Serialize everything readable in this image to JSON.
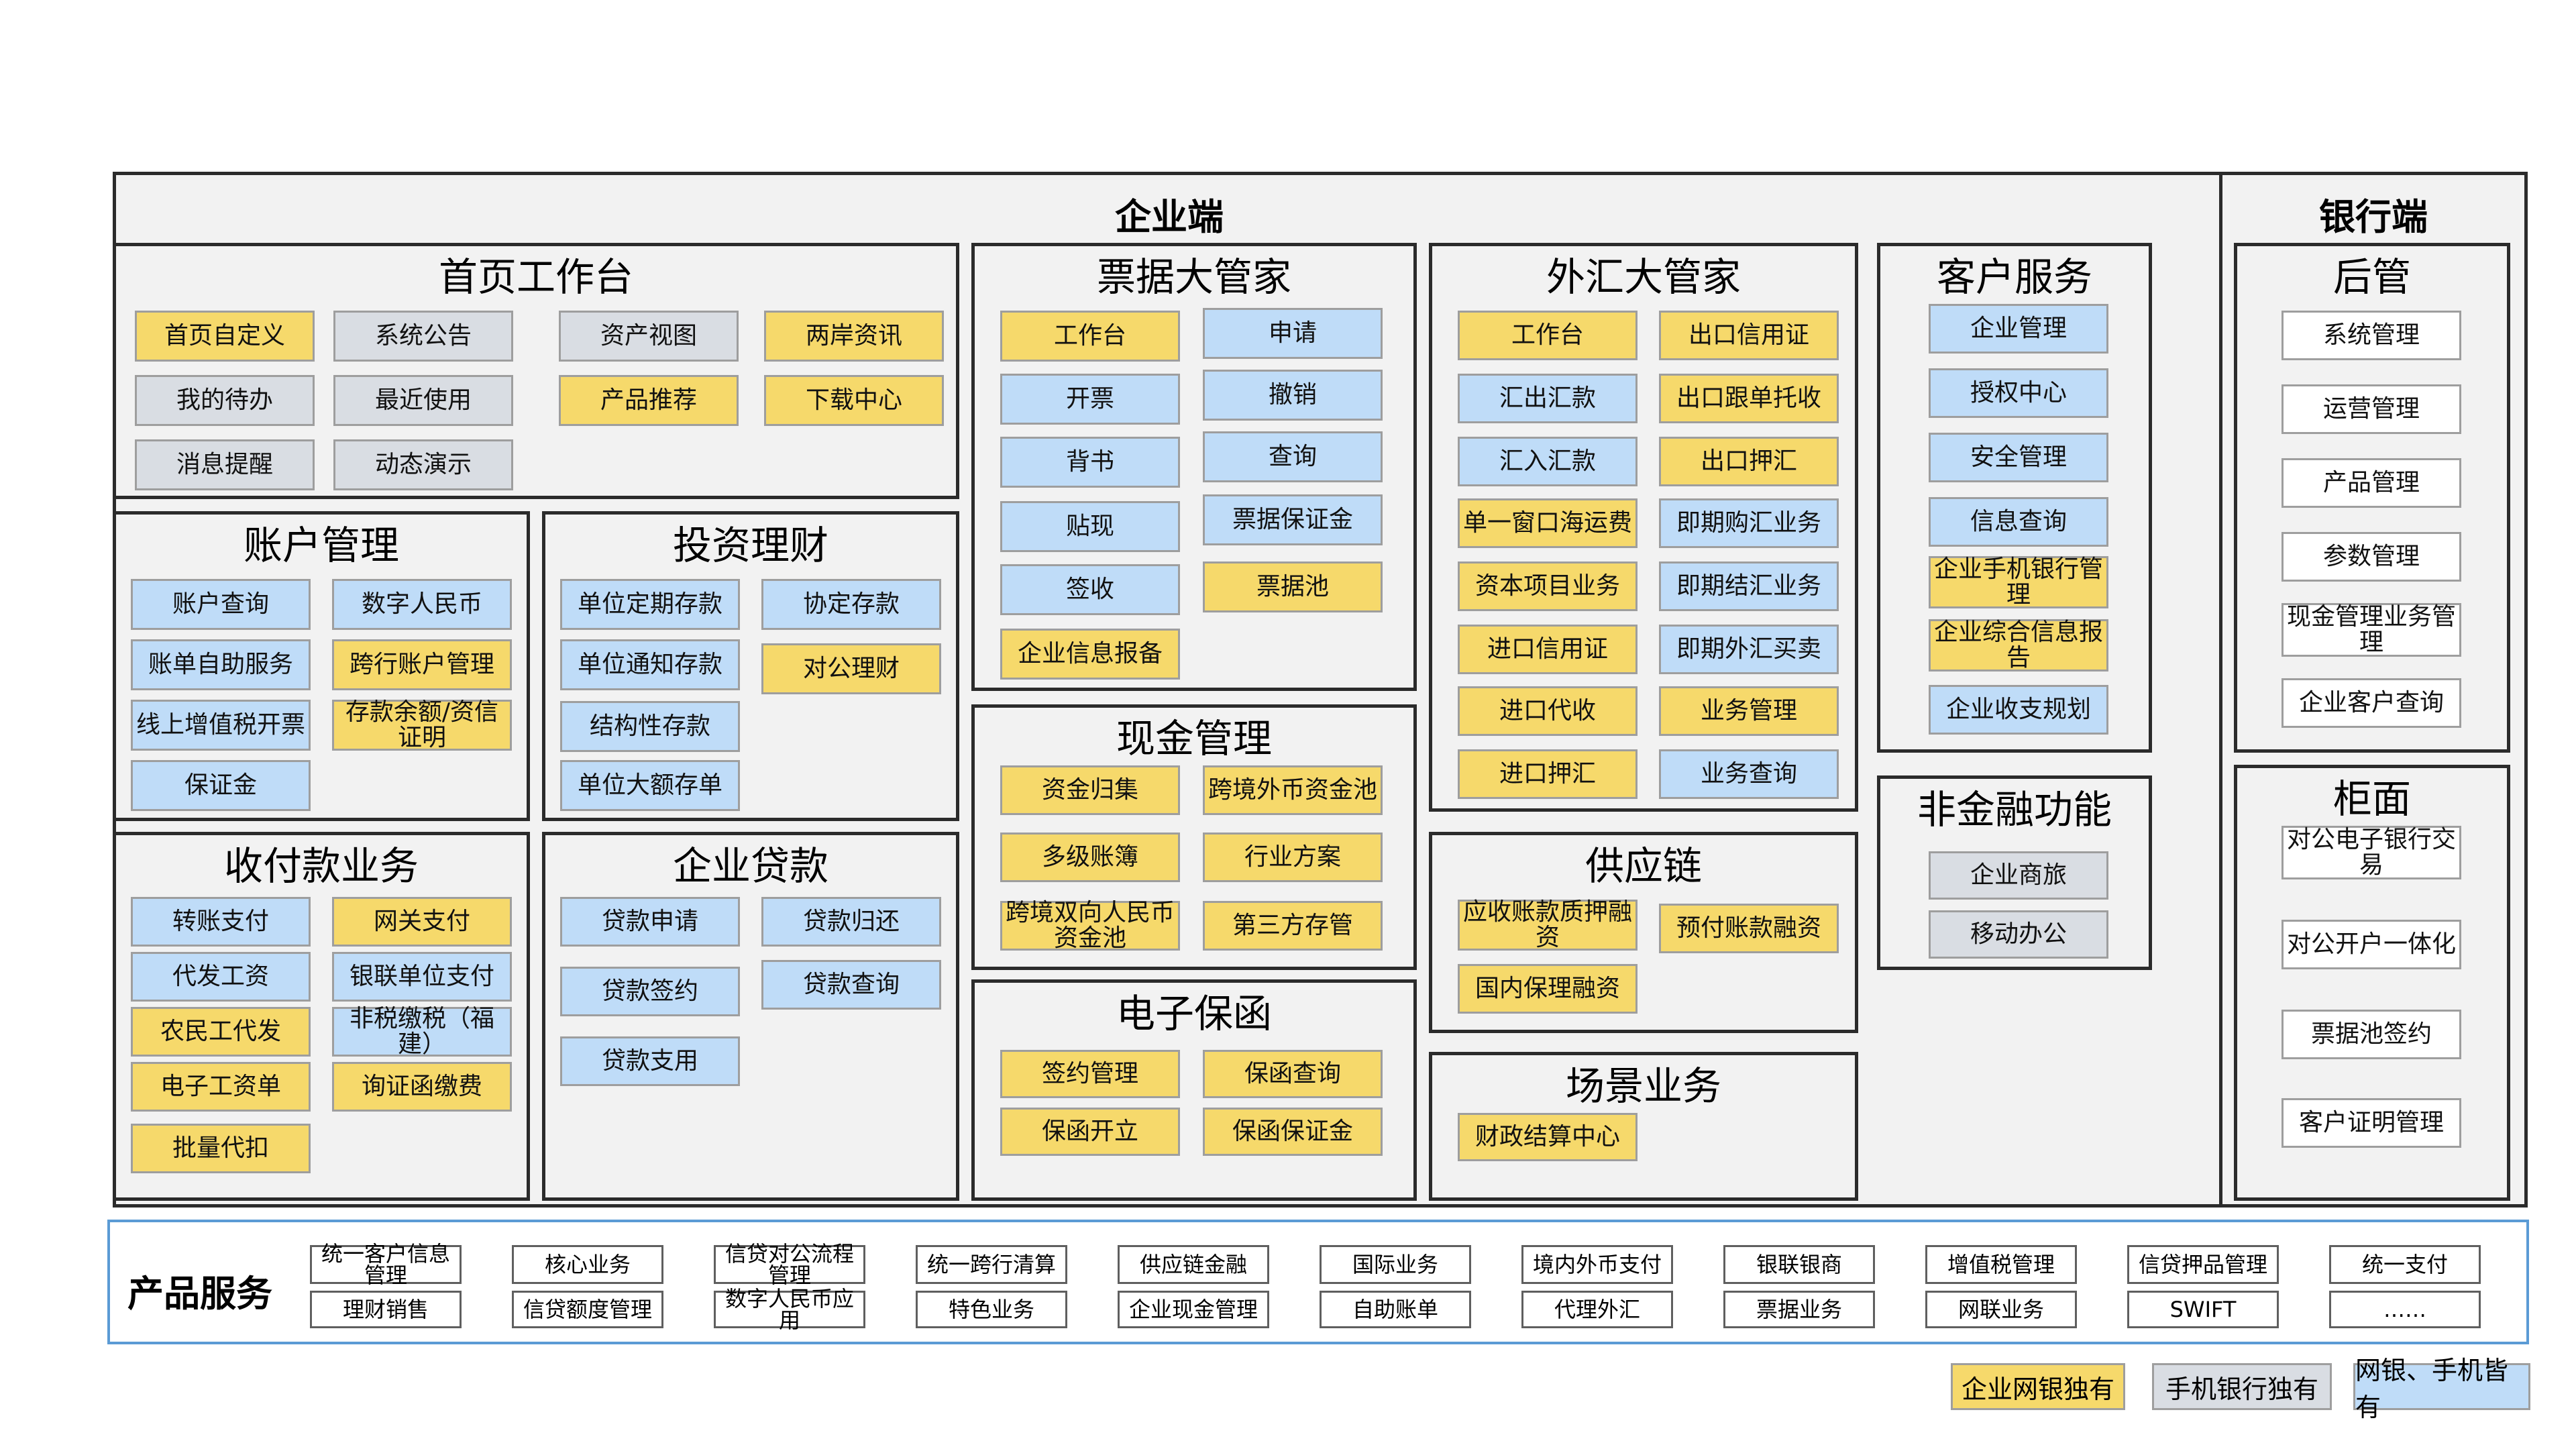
{
  "enterprise": {
    "title": "企业端"
  },
  "bank": {
    "title": "银行端"
  },
  "home": {
    "title": "首页工作台",
    "items": [
      "首页自定义",
      "系统公告",
      "资产视图",
      "两岸资讯",
      "我的待办",
      "最近使用",
      "产品推荐",
      "下载中心",
      "消息提醒",
      "动态演示"
    ]
  },
  "account": {
    "title": "账户管理",
    "items": [
      "账户查询",
      "数字人民币",
      "账单自助服务",
      "跨行账户管理",
      "线上增值税开票",
      "存款余额/资信证明",
      "保证金"
    ]
  },
  "invest": {
    "title": "投资理财",
    "items": [
      "单位定期存款",
      "协定存款",
      "单位通知存款",
      "对公理财",
      "结构性存款",
      "单位大额存单"
    ]
  },
  "payment": {
    "title": "收付款业务",
    "items": [
      "转账支付",
      "网关支付",
      "代发工资",
      "银联单位支付",
      "农民工代发",
      "非税缴税（福建）",
      "电子工资单",
      "询证函缴费",
      "批量代扣"
    ]
  },
  "loan": {
    "title": "企业贷款",
    "items": [
      "贷款申请",
      "贷款归还",
      "贷款签约",
      "贷款查询",
      "贷款支用"
    ]
  },
  "bill": {
    "title": "票据大管家",
    "items": [
      "工作台",
      "申请",
      "开票",
      "撤销",
      "背书",
      "查询",
      "贴现",
      "票据保证金",
      "签收",
      "票据池",
      "企业信息报备"
    ]
  },
  "cash": {
    "title": "现金管理",
    "items": [
      "资金归集",
      "跨境外币资金池",
      "多级账簿",
      "行业方案",
      "跨境双向人民币资金池",
      "第三方存管"
    ]
  },
  "guarantee": {
    "title": "电子保函",
    "items": [
      "签约管理",
      "保函查询",
      "保函开立",
      "保函保证金"
    ]
  },
  "fx": {
    "title": "外汇大管家",
    "items": [
      "工作台",
      "出口信用证",
      "汇出汇款",
      "出口跟单托收",
      "汇入汇款",
      "出口押汇",
      "单一窗口海运费",
      "即期购汇业务",
      "资本项目业务",
      "即期结汇业务",
      "进口信用证",
      "即期外汇买卖",
      "进口代收",
      "业务管理",
      "进口押汇",
      "业务查询"
    ]
  },
  "supply": {
    "title": "供应链",
    "items": [
      "应收账款质押融资",
      "预付账款融资",
      "国内保理融资"
    ]
  },
  "scene": {
    "title": "场景业务",
    "items": [
      "财政结算中心"
    ]
  },
  "service": {
    "title": "客户服务",
    "items": [
      "企业管理",
      "授权中心",
      "安全管理",
      "信息查询",
      "企业手机银行管理",
      "企业综合信息报告",
      "企业收支规划"
    ]
  },
  "nonfin": {
    "title": "非金融功能",
    "items": [
      "企业商旅",
      "移动办公"
    ]
  },
  "backend": {
    "title": "后管",
    "items": [
      "系统管理",
      "运营管理",
      "产品管理",
      "参数管理",
      "现金管理业务管理",
      "企业客户查询"
    ]
  },
  "counter": {
    "title": "柜面",
    "items": [
      "对公电子银行交易",
      "对公开户一体化",
      "票据池签约",
      "客户证明管理"
    ]
  },
  "products": {
    "title": "产品服务",
    "row1": [
      "统一客户信息管理",
      "核心业务",
      "信贷对公流程管理",
      "统一跨行清算",
      "供应链金融",
      "国际业务",
      "境内外币支付",
      "银联银商",
      "增值税管理",
      "信贷押品管理",
      "统一支付"
    ],
    "row2": [
      "理财销售",
      "信贷额度管理",
      "数字人民币应用",
      "特色业务",
      "企业现金管理",
      "自助账单",
      "代理外汇",
      "票据业务",
      "网联业务",
      "SWIFT",
      "……"
    ]
  },
  "legend": {
    "items": [
      "企业网银独有",
      "手机银行独有",
      "网银、手机皆有"
    ]
  },
  "colors": {
    "enterprise_only": "#f6d96b",
    "mobile_only": "#d9dde3",
    "both": "#bfdcf8",
    "product_border": "#5b9bd5"
  }
}
